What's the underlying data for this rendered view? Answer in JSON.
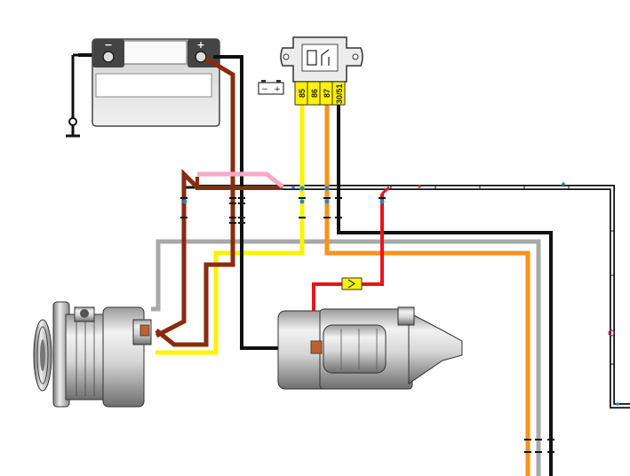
{
  "battery": {
    "terminal_negative": "−",
    "terminal_positive": "+"
  },
  "relay": {
    "pins": [
      "85",
      "86",
      "87",
      "30/51"
    ]
  },
  "battery_symbol": {
    "minus": "−",
    "plus": "+"
  },
  "wire_colors": {
    "brown": "#8B2A0E",
    "black": "#111111",
    "yellow": "#FFF200",
    "orange": "#F7931E",
    "pink": "#F5A9C9",
    "gray": "#A8A8A8",
    "red": "#E8141B"
  },
  "components": [
    "battery",
    "relay",
    "alternator",
    "starter-motor",
    "ground",
    "inline-fuse"
  ]
}
